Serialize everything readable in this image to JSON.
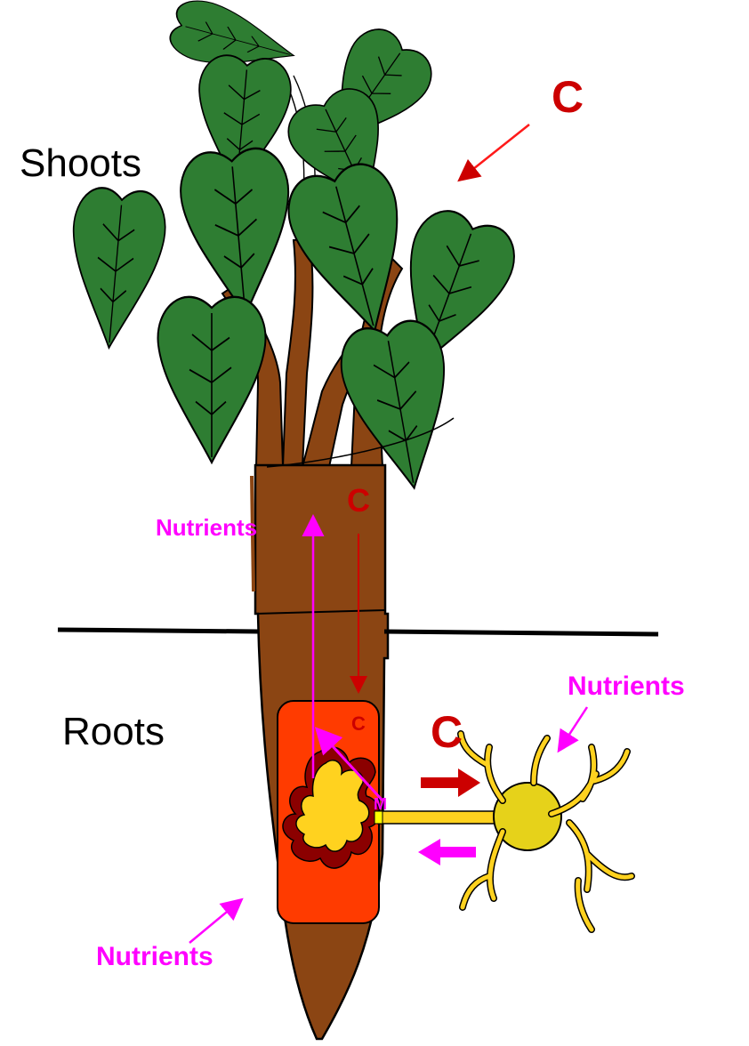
{
  "labels": {
    "shoots": "Shoots",
    "roots": "Roots",
    "c_top": "C",
    "c_stem": "C",
    "c_box": "C",
    "c_arrow": "C",
    "m_label": "M",
    "nutrients_stem": "Nutrients",
    "nutrients_right": "Nutrients",
    "nutrients_bottom": "Nutrients"
  },
  "colors": {
    "leaf": "#2e7d32",
    "stem": "#8b4513",
    "carbon": "#cc0000",
    "nutrients": "#ff00ff",
    "fungus": "#ffd21f",
    "root_cell": "#ff3b00"
  }
}
